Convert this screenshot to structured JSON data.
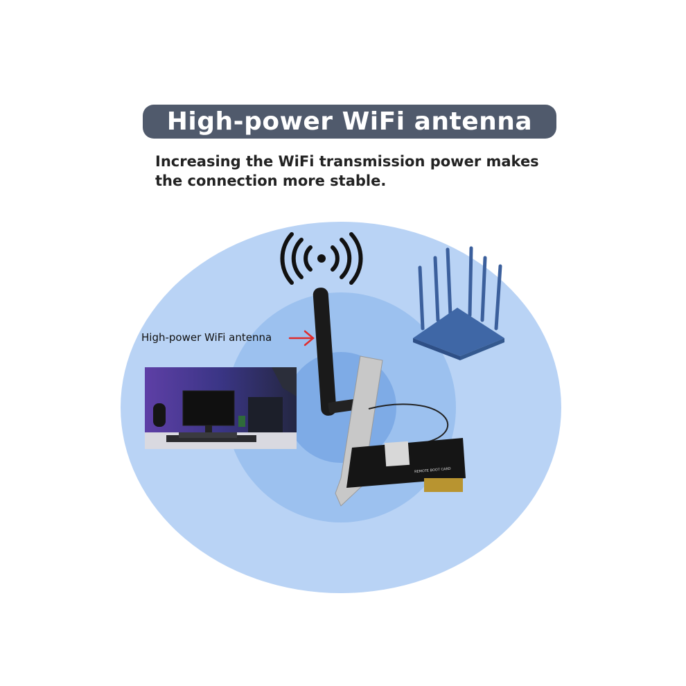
{
  "banner": {
    "title": "High-power WiFi antenna"
  },
  "subtitle": "Increasing the WiFi transmission power makes the connection more stable.",
  "callout": {
    "label": "High-power WiFi antenna"
  },
  "card": {
    "silkscreen": "REMOTE BOOT CARD"
  },
  "colors": {
    "banner_bg": "#505a6c",
    "outer_circle": "#b9d3f5",
    "middle_circle": "#9cc1ef",
    "inner_circle": "#7eabe6",
    "router": "#3f67a6",
    "arrow": "#e02b2b"
  },
  "icons": [
    "wifi-signal-icon",
    "arrow-right-icon"
  ]
}
